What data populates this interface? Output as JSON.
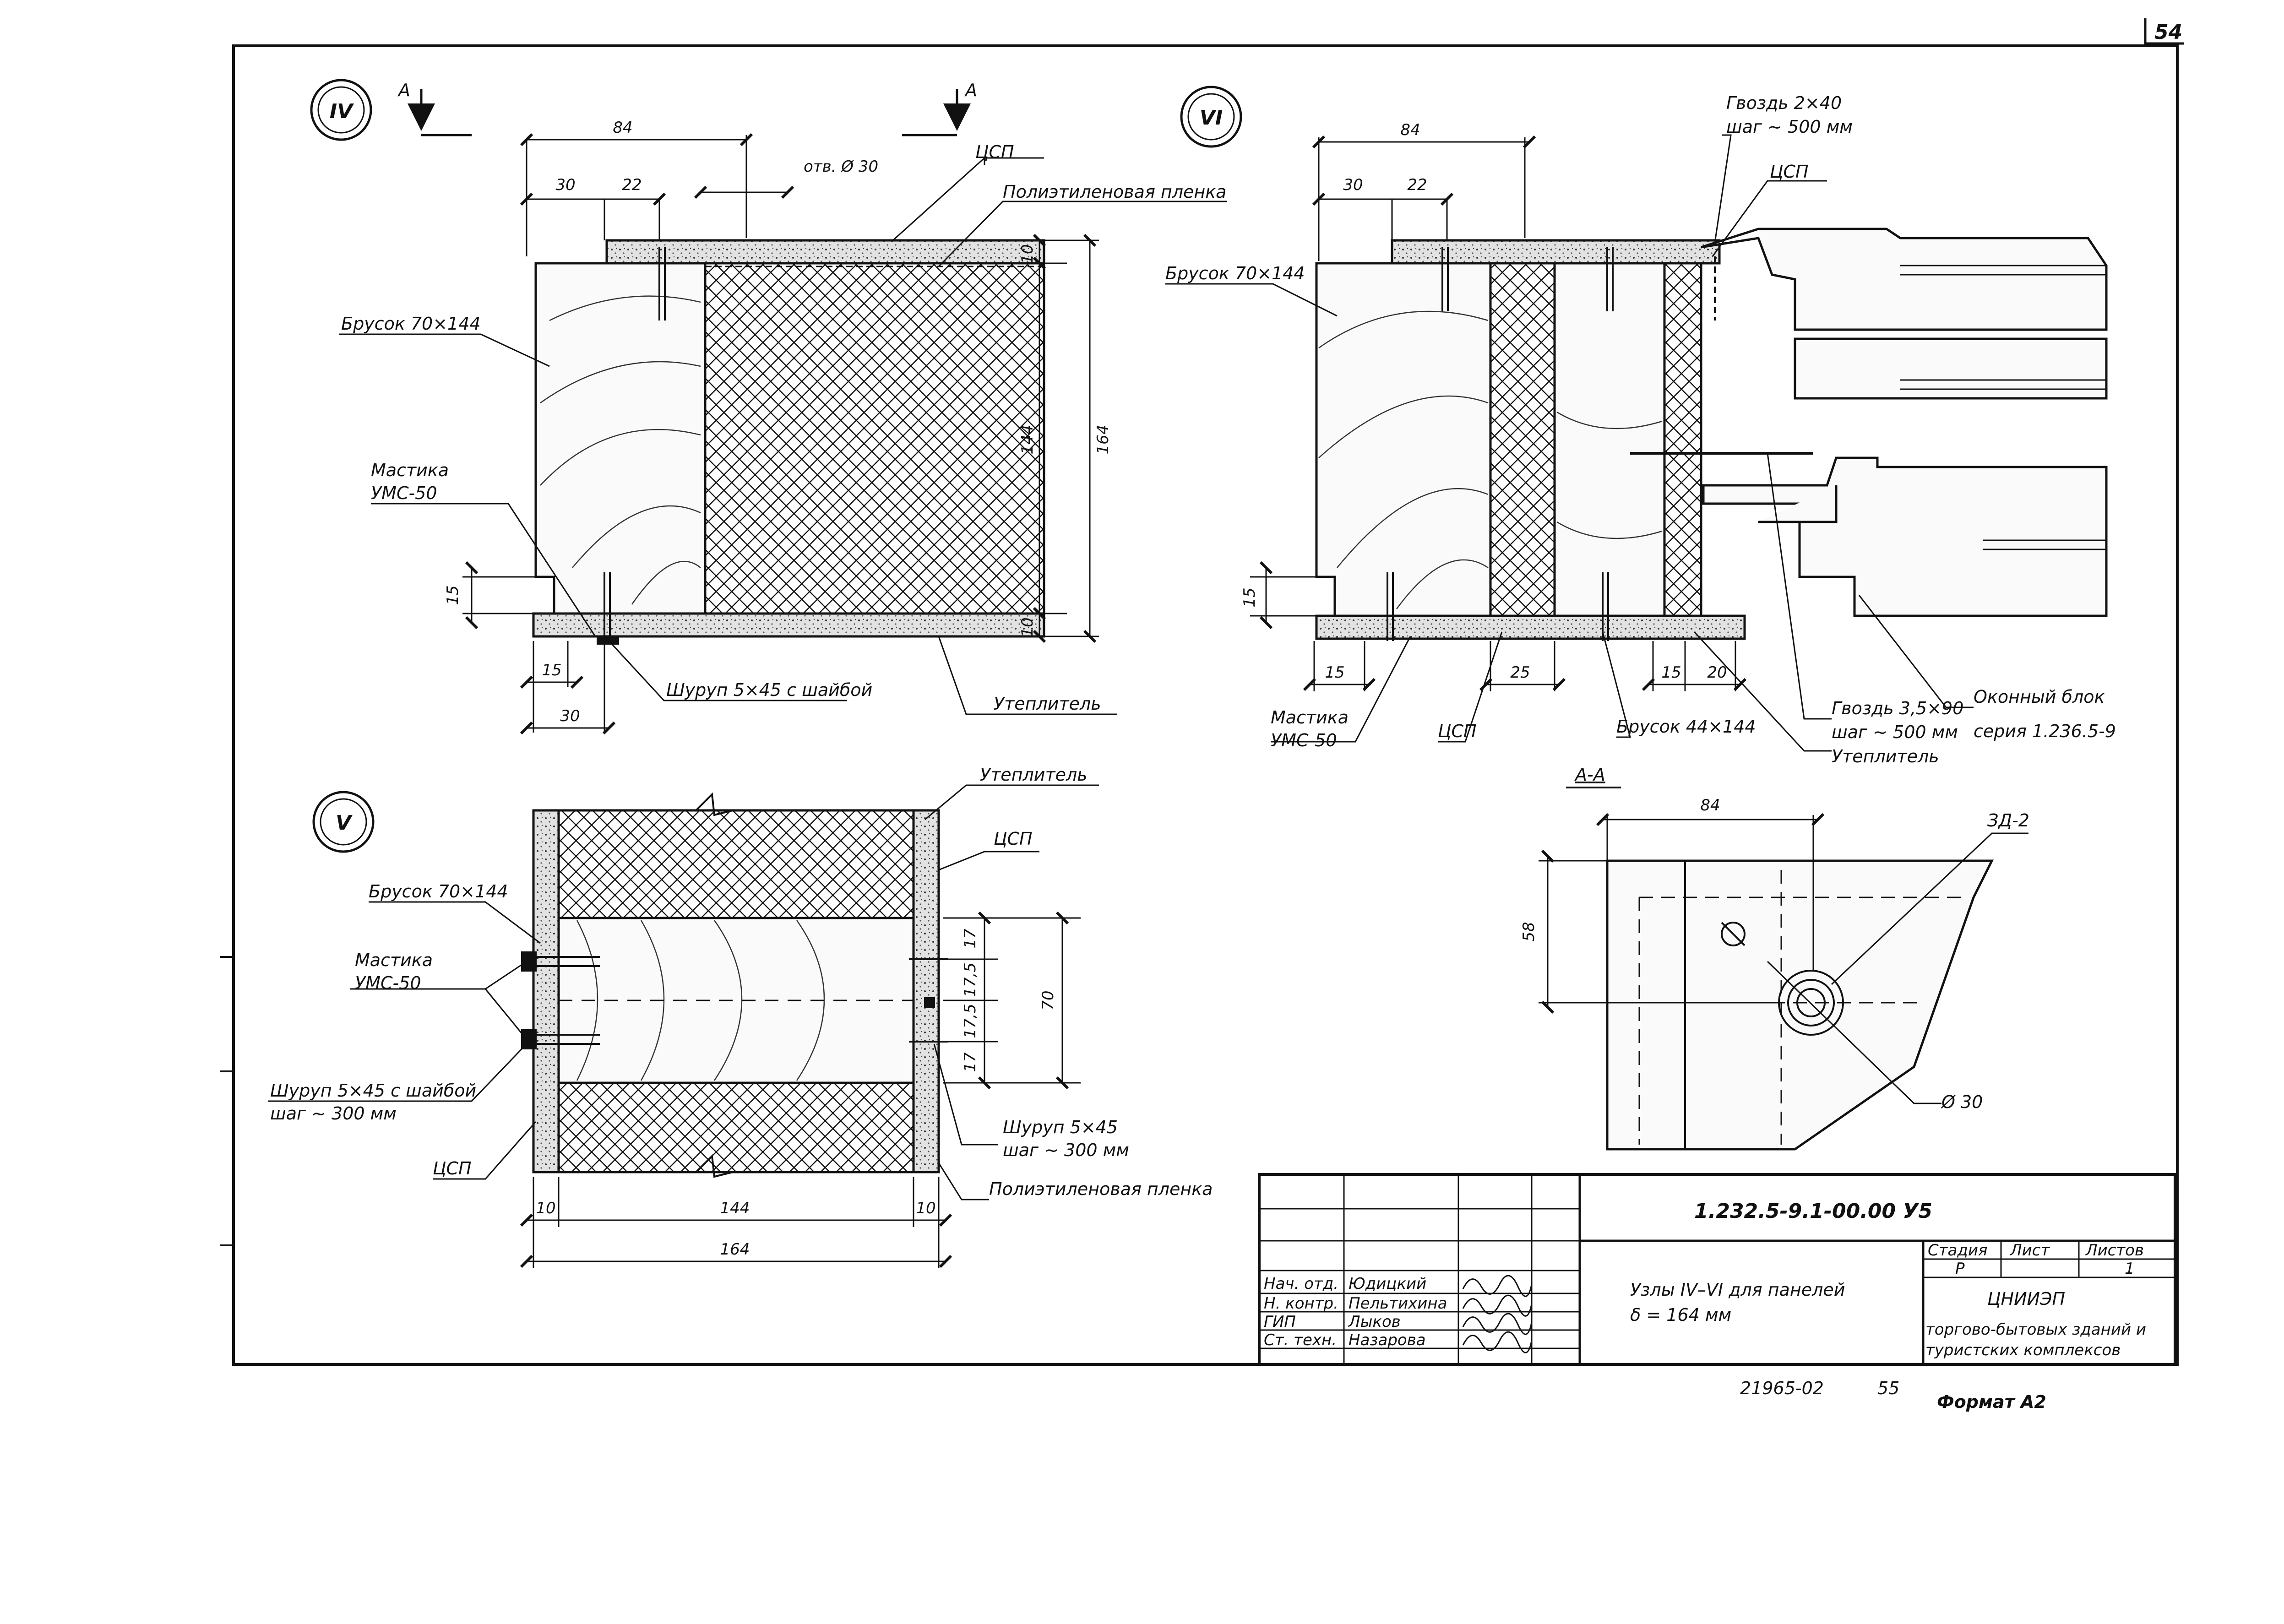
{
  "sheet": {
    "sheet_corner_no": "54",
    "footer_archive": "21965-02",
    "footer_page": "55",
    "footer_format": "Формат А2"
  },
  "colors": {
    "ink": "#111111",
    "paper": "#ffffff",
    "concrete_fill": "#e7e7e7"
  },
  "node4": {
    "badge": "IV",
    "section_left": "А",
    "section_right": "А",
    "dims": {
      "d84": "84",
      "d30": "30",
      "d22": "22",
      "hole": "отв. Ø 30",
      "d10a": "10",
      "d144": "144",
      "d164": "164",
      "d10b": "10",
      "d15v": "15",
      "d15h": "15",
      "d30b": "30"
    },
    "labels": {
      "csp": "ЦСП",
      "film": "Полиэтиленовая пленка",
      "beam": "Брусок 70×144",
      "mastic": [
        "Мастика",
        "УМС-50"
      ],
      "screw": "Шуруп 5×45 с шайбой",
      "insul": "Утеплитель"
    }
  },
  "node6": {
    "badge": "VI",
    "dims": {
      "d84": "84",
      "d30": "30",
      "d22": "22",
      "d15v": "15",
      "d15": "15",
      "d25": "25",
      "d15b": "15",
      "d20": "20"
    },
    "labels": {
      "nail1": [
        "Гвоздь 2×40",
        "шаг ~ 500 мм"
      ],
      "csp_top": "ЦСП",
      "beam": "Брусок 70×144",
      "mastic": [
        "Мастика",
        "УМС-50"
      ],
      "csp_bot": "ЦСП",
      "beam2": "Брусок 44×144",
      "nail2": [
        "Гвоздь 3,5×90",
        "шаг ~ 500 мм"
      ],
      "insul": "Утеплитель",
      "window": [
        "Оконный блок",
        "серия 1.236.5-9"
      ]
    }
  },
  "node5": {
    "badge": "V",
    "dims": {
      "d17a": "17",
      "d175a": "17,5",
      "d175b": "17,5",
      "d17b": "17",
      "d70": "70",
      "d10a": "10",
      "d144": "144",
      "d10b": "10",
      "d164": "164"
    },
    "labels": {
      "insul": "Утеплитель",
      "csp": "ЦСП",
      "beam": "Брусок 70×144",
      "mastic": [
        "Мастика",
        "УМС-50"
      ],
      "screw_l": [
        "Шуруп 5×45 с шайбой",
        "шаг ~ 300 мм"
      ],
      "csp_l": "ЦСП",
      "screw_r": [
        "Шуруп 5×45",
        "шаг ~ 300 мм"
      ],
      "film": "Полиэтиленовая пленка"
    }
  },
  "sectionAA": {
    "title": "А-А",
    "d84": "84",
    "d58": "58",
    "zd": "ЗД-2",
    "dia": "Ø 30"
  },
  "titleblock": {
    "code": "1.232.5-9.1-00.00 У5",
    "title": [
      "Узлы IV–VI для панелей",
      "δ = 164 мм"
    ],
    "stage_h": "Стадия",
    "sheet_h": "Лист",
    "sheets_h": "Листов",
    "stage": "Р",
    "sheets": "1",
    "org": [
      "ЦНИИЭП",
      "торгово-бытовых зданий и",
      "туристских комплексов"
    ],
    "people": [
      {
        "role": "Нач. отд.",
        "name": "Юдицкий"
      },
      {
        "role": "Н. контр.",
        "name": "Пельтихина"
      },
      {
        "role": "ГИП",
        "name": "Лыков"
      },
      {
        "role": "Ст. техн.",
        "name": "Назарова"
      }
    ]
  }
}
